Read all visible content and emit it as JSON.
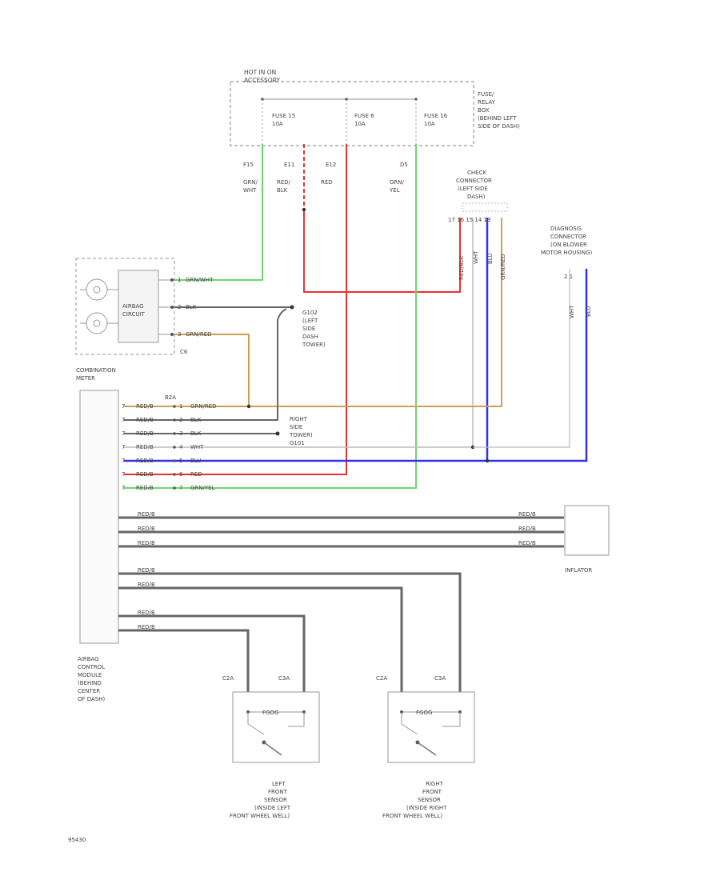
{
  "fuse_box": {
    "header": [
      "HOT IN ON",
      "ACCESSORY"
    ],
    "label": [
      "FUSE/",
      "RELAY",
      "BOX",
      "(BEHIND LEFT",
      "SIDE OF DASH)"
    ],
    "fuses": [
      {
        "name": "FUSE 15",
        "rating": "10A"
      },
      {
        "name": "FUSE 6",
        "rating": "10A"
      },
      {
        "name": "FUSE 16",
        "rating": "10A"
      }
    ]
  },
  "wire_ids": {
    "a": "F15",
    "b": "E11",
    "c": "E12",
    "d": "D5"
  },
  "wire_colors_top": {
    "a": [
      "GRN/",
      "WHT"
    ],
    "b": [
      "RED/",
      "BLK"
    ],
    "c": [
      "RED"
    ],
    "d": [
      "GRN/",
      "YEL"
    ]
  },
  "check_connector": {
    "label": [
      "CHECK",
      "CONNECTOR",
      "(LEFT SIDE",
      "DASH)"
    ],
    "pins": "17  16 15 14 13",
    "wires": [
      "RED/BLK",
      "WHT",
      "BLU",
      "GRN/RED"
    ]
  },
  "diagnosis_connector": {
    "label": [
      "DIAGNOSIS",
      "CONNECTOR",
      "(ON BLOWER",
      "MOTOR HOUSING)"
    ],
    "pins": "2      1",
    "wires": [
      "WHT",
      "BLU"
    ]
  },
  "airbag_circuit": {
    "label": [
      "AIRBAG",
      "CIRCUIT"
    ],
    "pins": [
      "1",
      "2",
      "3"
    ],
    "wires": [
      "GRN/WHT",
      "BLK",
      "GRN/RED"
    ],
    "ref": "C6"
  },
  "ground_left": [
    "G102",
    "(LEFT",
    "SIDE",
    "DASH",
    "TOWER)"
  ],
  "ground_right": [
    "RIGHT",
    "SIDE",
    "TOWER)",
    "G101"
  ],
  "combination_meter": [
    "COMBINATION",
    "METER"
  ],
  "c_ref": "B2A",
  "meter_rows": [
    {
      "pin": "1",
      "code": "RED/B",
      "wire": "GRN/RED"
    },
    {
      "pin": "2",
      "code": "RED/B",
      "wire": "BLK"
    },
    {
      "pin": "3",
      "code": "RED/B",
      "wire": "BLK"
    },
    {
      "pin": "4",
      "code": "RED/B",
      "wire": "WHT"
    },
    {
      "pin": "5",
      "code": "RED/B",
      "wire": "BLU"
    },
    {
      "pin": "6",
      "code": "RED/B",
      "wire": "RED"
    },
    {
      "pin": "7",
      "code": "RED/B",
      "wire": "GRN/YEL"
    }
  ],
  "module_label": [
    "AIRBAG",
    "CONTROL",
    "MODULE",
    "(BEHIND",
    "CENTER",
    "OF DASH)"
  ],
  "inflator_label": "INFLATOR",
  "inflator_wire": "RED/B",
  "sensor_left": {
    "label": [
      "LEFT",
      "FRONT",
      "SENSOR",
      "(INSIDE LEFT",
      "FRONT WHEEL WELL)"
    ],
    "pins": [
      "C2A",
      "C3A"
    ],
    "inner": "FGOG"
  },
  "sensor_right": {
    "label": [
      "RIGHT",
      "FRONT",
      "SENSOR",
      "(INSIDE RIGHT",
      "FRONT WHEEL WELL)"
    ],
    "pins": [
      "C2A",
      "C3A"
    ],
    "inner": "FGOG"
  },
  "page_ref": "95430",
  "colors": {
    "green": "#6fd66f",
    "red": "#ee3030",
    "blue": "#3030ee",
    "tan": "#c9a255",
    "grey": "#666666",
    "light": "#bbbbbb"
  }
}
